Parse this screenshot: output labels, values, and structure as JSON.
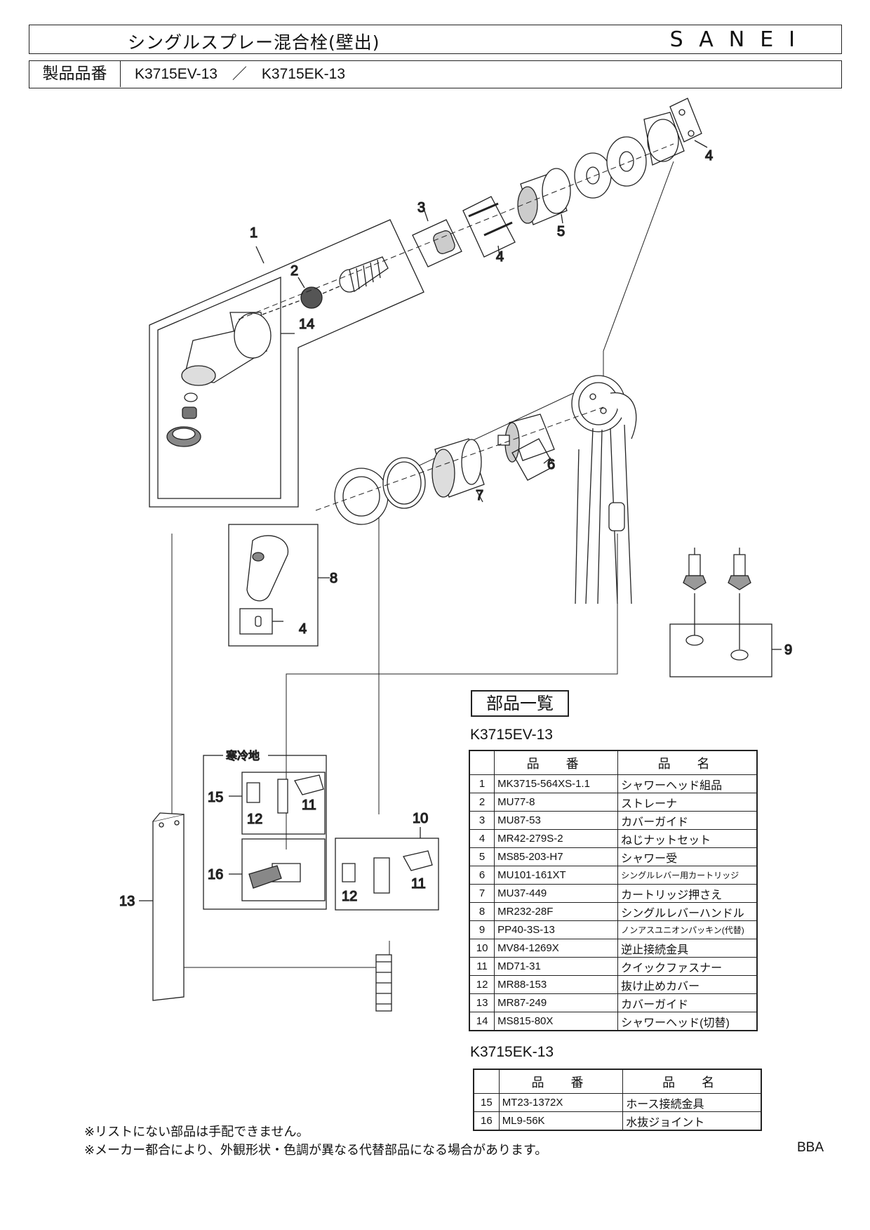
{
  "header": {
    "title": "シングルスプレー混合栓(壁出)",
    "brand": "SANEI",
    "model_label": "製品品番",
    "models": "K3715EV-13　／　K3715EK-13"
  },
  "diagram": {
    "callouts": [
      "1",
      "2",
      "3",
      "4",
      "5",
      "4",
      "4",
      "6",
      "7",
      "8",
      "4",
      "9",
      "10",
      "11",
      "12",
      "11",
      "12",
      "13",
      "14",
      "15",
      "16"
    ],
    "cold_region_label": "寒冷地"
  },
  "parts_list": {
    "heading": "部品一覧",
    "groups": [
      {
        "model": "K3715EV-13",
        "columns": [
          "品　番",
          "品　名"
        ],
        "rows": [
          {
            "no": "1",
            "code": "MK3715-564XS-1.1",
            "name": "シャワーヘッド組品"
          },
          {
            "no": "2",
            "code": "MU77-8",
            "name": "ストレーナ"
          },
          {
            "no": "3",
            "code": "MU87-53",
            "name": "カバーガイド"
          },
          {
            "no": "4",
            "code": "MR42-279S-2",
            "name": "ねじナットセット"
          },
          {
            "no": "5",
            "code": "MS85-203-H7",
            "name": "シャワー受"
          },
          {
            "no": "6",
            "code": "MU101-161XT",
            "name": "シングルレバー用カートリッジ"
          },
          {
            "no": "7",
            "code": "MU37-449",
            "name": "カートリッジ押さえ"
          },
          {
            "no": "8",
            "code": "MR232-28F",
            "name": "シングルレバーハンドル"
          },
          {
            "no": "9",
            "code": "PP40-3S-13",
            "name": "ノンアスユニオンパッキン(代替)"
          },
          {
            "no": "10",
            "code": "MV84-1269X",
            "name": "逆止接続金具"
          },
          {
            "no": "11",
            "code": "MD71-31",
            "name": "クイックファスナー"
          },
          {
            "no": "12",
            "code": "MR88-153",
            "name": "抜け止めカバー"
          },
          {
            "no": "13",
            "code": "MR87-249",
            "name": "カバーガイド"
          },
          {
            "no": "14",
            "code": "MS815-80X",
            "name": "シャワーヘッド(切替)"
          }
        ]
      },
      {
        "model": "K3715EK-13",
        "columns": [
          "品　番",
          "品　名"
        ],
        "rows": [
          {
            "no": "15",
            "code": "MT23-1372X",
            "name": "ホース接続金具"
          },
          {
            "no": "16",
            "code": "ML9-56K",
            "name": "水抜ジョイント"
          }
        ]
      }
    ]
  },
  "footnotes": [
    "※リストにない部品は手配できません。",
    "※メーカー都合により、外観形状・色調が異なる代替部品になる場合があります。"
  ],
  "doc_code": "BBA"
}
